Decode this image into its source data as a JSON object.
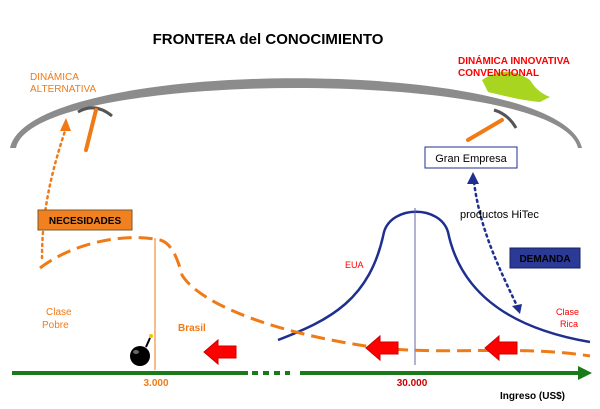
{
  "title": "FRONTERA del CONOCIMIENTO",
  "labels": {
    "dinamica_alternativa_line1": "DINÁMICA",
    "dinamica_alternativa_line2": "ALTERNATIVA",
    "dinamica_innovativa_line1": "DINÁMICA INNOVATIVA",
    "dinamica_innovativa_line2": "CONVENCIONAL",
    "gran_empresa": "Gran Empresa",
    "productos_hitec": "productos HiTec",
    "necesidades": "NECESIDADES",
    "demanda": "DEMANDA",
    "eua": "EUA",
    "brasil": "Brasil",
    "clase_pobre_line1": "Clase",
    "clase_pobre_line2": "Pobre",
    "clase_rica_line1": "Clase",
    "clase_rica_line2": "Rica",
    "tick_3000": "3.000",
    "tick_30000": "30.000",
    "axis_label": "Ingreso (US$)"
  },
  "colors": {
    "orange": "#f07a16",
    "red": "#ff0000",
    "dark_red": "#cc0000",
    "navy": "#1e2f8f",
    "green_axis": "#1a7a1a",
    "gray_arc": "#8c8c8c",
    "lime": "#a8d520",
    "necesidades_box": "#f08020",
    "demanda_box": "#2b3a96"
  },
  "icons": [
    "pickaxe-icon",
    "pickaxe-icon",
    "bomb-icon",
    "left-arrow-icon"
  ]
}
